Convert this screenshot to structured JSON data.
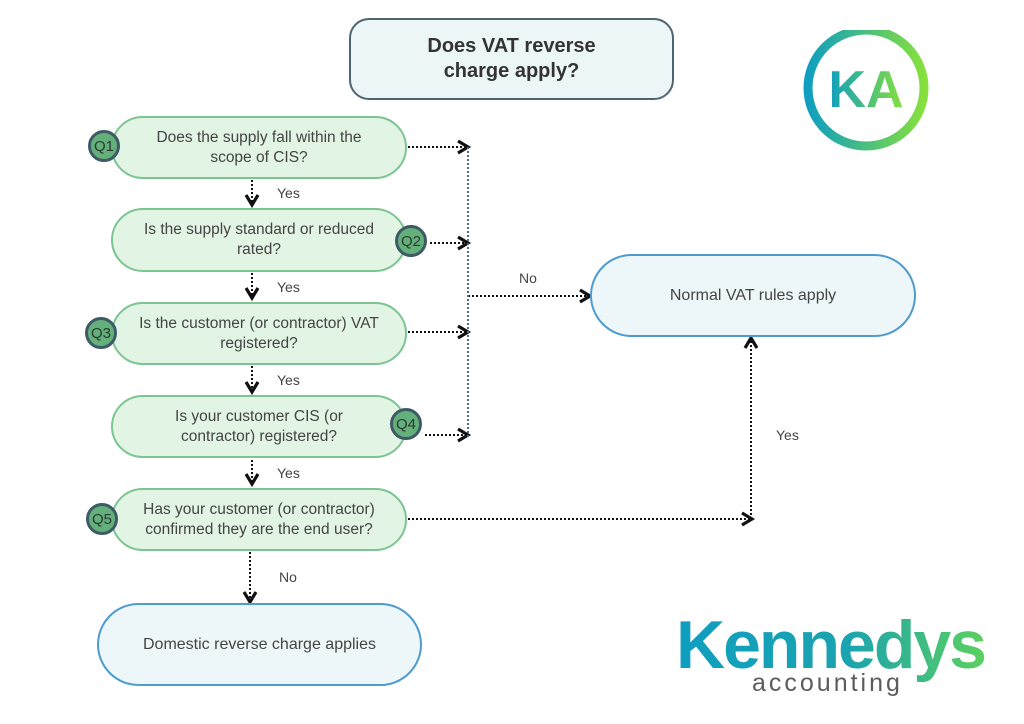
{
  "title": "Does VAT reverse charge apply?",
  "questions": [
    {
      "badge": "Q1",
      "text": "Does the supply fall within the scope of CIS?"
    },
    {
      "badge": "Q2",
      "text": "Is the supply standard or reduced rated?"
    },
    {
      "badge": "Q3",
      "text": "Is the customer (or contractor) VAT registered?"
    },
    {
      "badge": "Q4",
      "text": "Is your customer CIS (or contractor) registered?"
    },
    {
      "badge": "Q5",
      "text": "Has your customer (or contractor) confirmed they are the end user?"
    }
  ],
  "outcomes": {
    "normal": "Normal VAT rules apply",
    "domestic": "Domestic reverse charge applies"
  },
  "edge_labels": {
    "yes1": "Yes",
    "yes2": "Yes",
    "yes3": "Yes",
    "yes4": "Yes",
    "no_main": "No",
    "no_q5": "No",
    "yes_q5": "Yes"
  },
  "logos": {
    "monogram": "KA",
    "brand_name": "Kennedys",
    "brand_sub": "accounting"
  },
  "colors": {
    "question_fill": "#e2f4e4",
    "question_border": "#7cc592",
    "outcome_fill": "#edf6f8",
    "outcome_border": "#4e9bcf",
    "badge_fill": "#64b07a",
    "badge_ring": "#3e5a66",
    "brand_blue": "#0f9ec0",
    "brand_green": "#7ed957"
  }
}
